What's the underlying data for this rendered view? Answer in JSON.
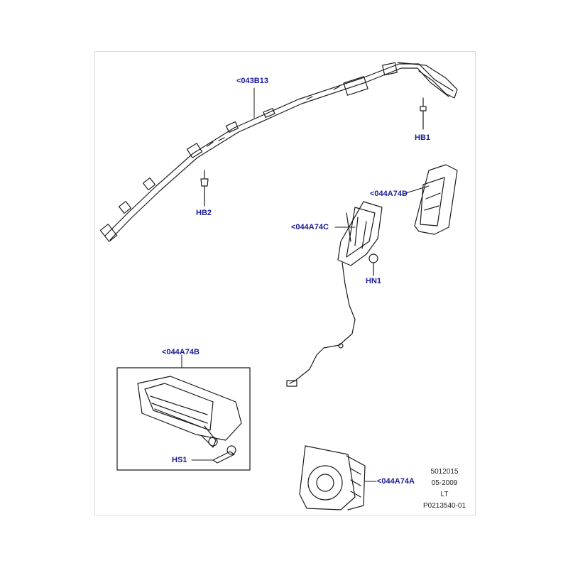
{
  "callouts": {
    "rail_airbag": "<043B13",
    "hb1": "HB1",
    "hb2": "HB2",
    "knee_airbag_d": "<044A74D",
    "knee_airbag_c": "<044A74C",
    "hn1": "HN1",
    "passenger_airbag_b": "<044A74B",
    "hs1": "HS1",
    "driver_airbag_a": "<044A74A"
  },
  "info_block": {
    "number": "5012015",
    "date": "05-2009",
    "code": "LT",
    "ref": "P0213540-01"
  },
  "colors": {
    "callout_text": "#1a1a9a",
    "linework": "#1a1a1a",
    "frame": "#dcdcdc"
  }
}
